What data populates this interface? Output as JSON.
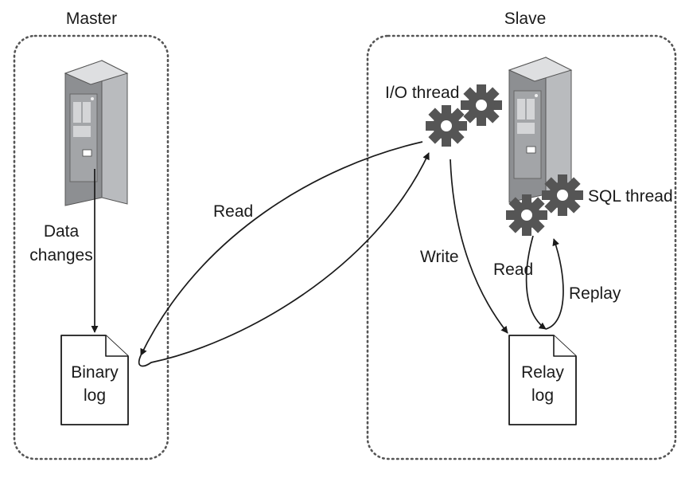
{
  "master": {
    "title": "Master",
    "data_changes": [
      "Data",
      "changes"
    ],
    "binary_log": [
      "Binary",
      "log"
    ]
  },
  "slave": {
    "title": "Slave",
    "io_thread": "I/O thread",
    "sql_thread": "SQL thread",
    "relay_log": [
      "Relay",
      "log"
    ]
  },
  "edges": {
    "read_master": "Read",
    "write": "Write",
    "read_slave": "Read",
    "replay": "Replay"
  },
  "icons": {
    "server": "server-icon",
    "gear": "gear-icon",
    "document": "document-icon"
  }
}
